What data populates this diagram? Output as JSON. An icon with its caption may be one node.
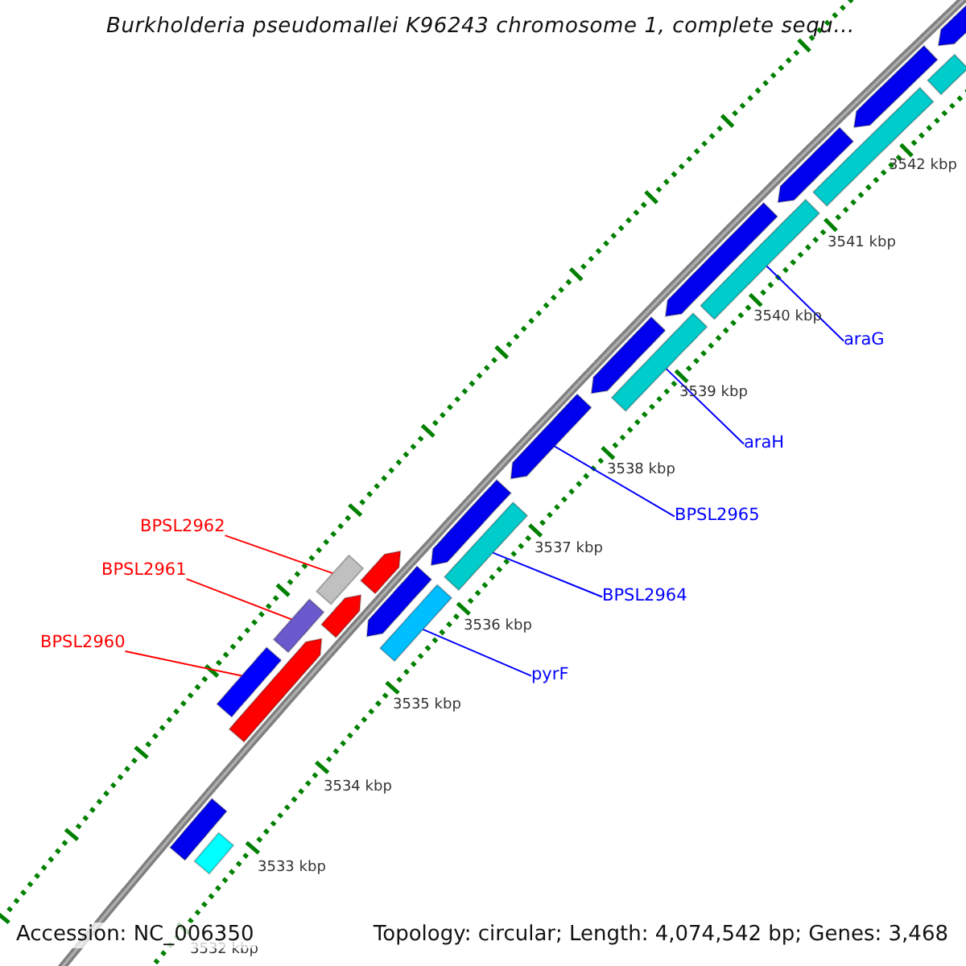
{
  "diagram": {
    "title": "Burkholderia pseudomallei K96243 chromosome 1, complete sequ...",
    "nodes": [
      {
        "text": [
          "BPSL2962"
        ]
      },
      {
        "text": [
          "BPSL2961"
        ]
      },
      {
        "text": [
          "BPSL2960"
        ]
      },
      {
        "text": [
          "pyrF"
        ]
      },
      {
        "text": [
          "BPSL2964"
        ]
      },
      {
        "text": [
          "BPSL2965"
        ]
      },
      {
        "text": [
          "araH"
        ]
      },
      {
        "text": [
          "araG"
        ]
      },
      {
        "text": [],
        "shape": "bar"
      },
      {
        "text": [],
        "shape": "bar"
      },
      {
        "text": [],
        "shape": "bar"
      },
      {
        "text": [],
        "shape": "bar"
      },
      {
        "text": [],
        "shape": "bar"
      },
      {
        "text": [],
        "shape": "bar"
      },
      {
        "text": [],
        "shape": "bar"
      },
      {
        "text": [],
        "shape": "bar"
      },
      {
        "text": [],
        "shape": "bar"
      },
      {
        "text": [],
        "shape": "bar"
      },
      {
        "text": [],
        "shape": "bar"
      },
      {
        "text": [],
        "shape": "bar"
      },
      {
        "text": [],
        "shape": "bar"
      },
      {
        "text": [],
        "shape": "bar"
      },
      {
        "text": [],
        "shape": "bar"
      },
      {
        "text": [],
        "shape": "bar"
      },
      {
        "text": [],
        "shape": "bar"
      },
      {
        "text": [],
        "shape": "bar"
      },
      {
        "text": [],
        "shape": "bar"
      },
      {
        "text": [],
        "shape": "bar"
      },
      {
        "text": [],
        "shape": "bar"
      },
      {
        "text": [],
        "shape": "bar"
      }
    ],
    "edges": [
      {
        "from": 0,
        "to": 13,
        "arrow": "none",
        "color": "#ff0000"
      },
      {
        "from": 1,
        "to": 12,
        "arrow": "none",
        "color": "#ff0000"
      },
      {
        "from": 2,
        "to": 10,
        "arrow": "none",
        "color": "#ff0000"
      },
      {
        "from": 3,
        "to": 17,
        "arrow": "none"
      },
      {
        "from": 4,
        "to": 19,
        "arrow": "none"
      },
      {
        "from": 5,
        "to": 20,
        "arrow": "none"
      },
      {
        "from": 6,
        "to": 22,
        "arrow": "none"
      },
      {
        "from": 7,
        "to": 24,
        "arrow": "none"
      }
    ],
    "labels": [
      "3542 kbp",
      "3541 kbp",
      "3540 kbp",
      "3539 kbp",
      "3538 kbp",
      "3537 kbp",
      "3536 kbp",
      "3535 kbp",
      "3534 kbp",
      "3533 kbp",
      "Accession: NC_006350",
      "Topology: circular; Length: 4,074,542 bp; Genes: 3,468",
      "3532 kbp"
    ]
  }
}
